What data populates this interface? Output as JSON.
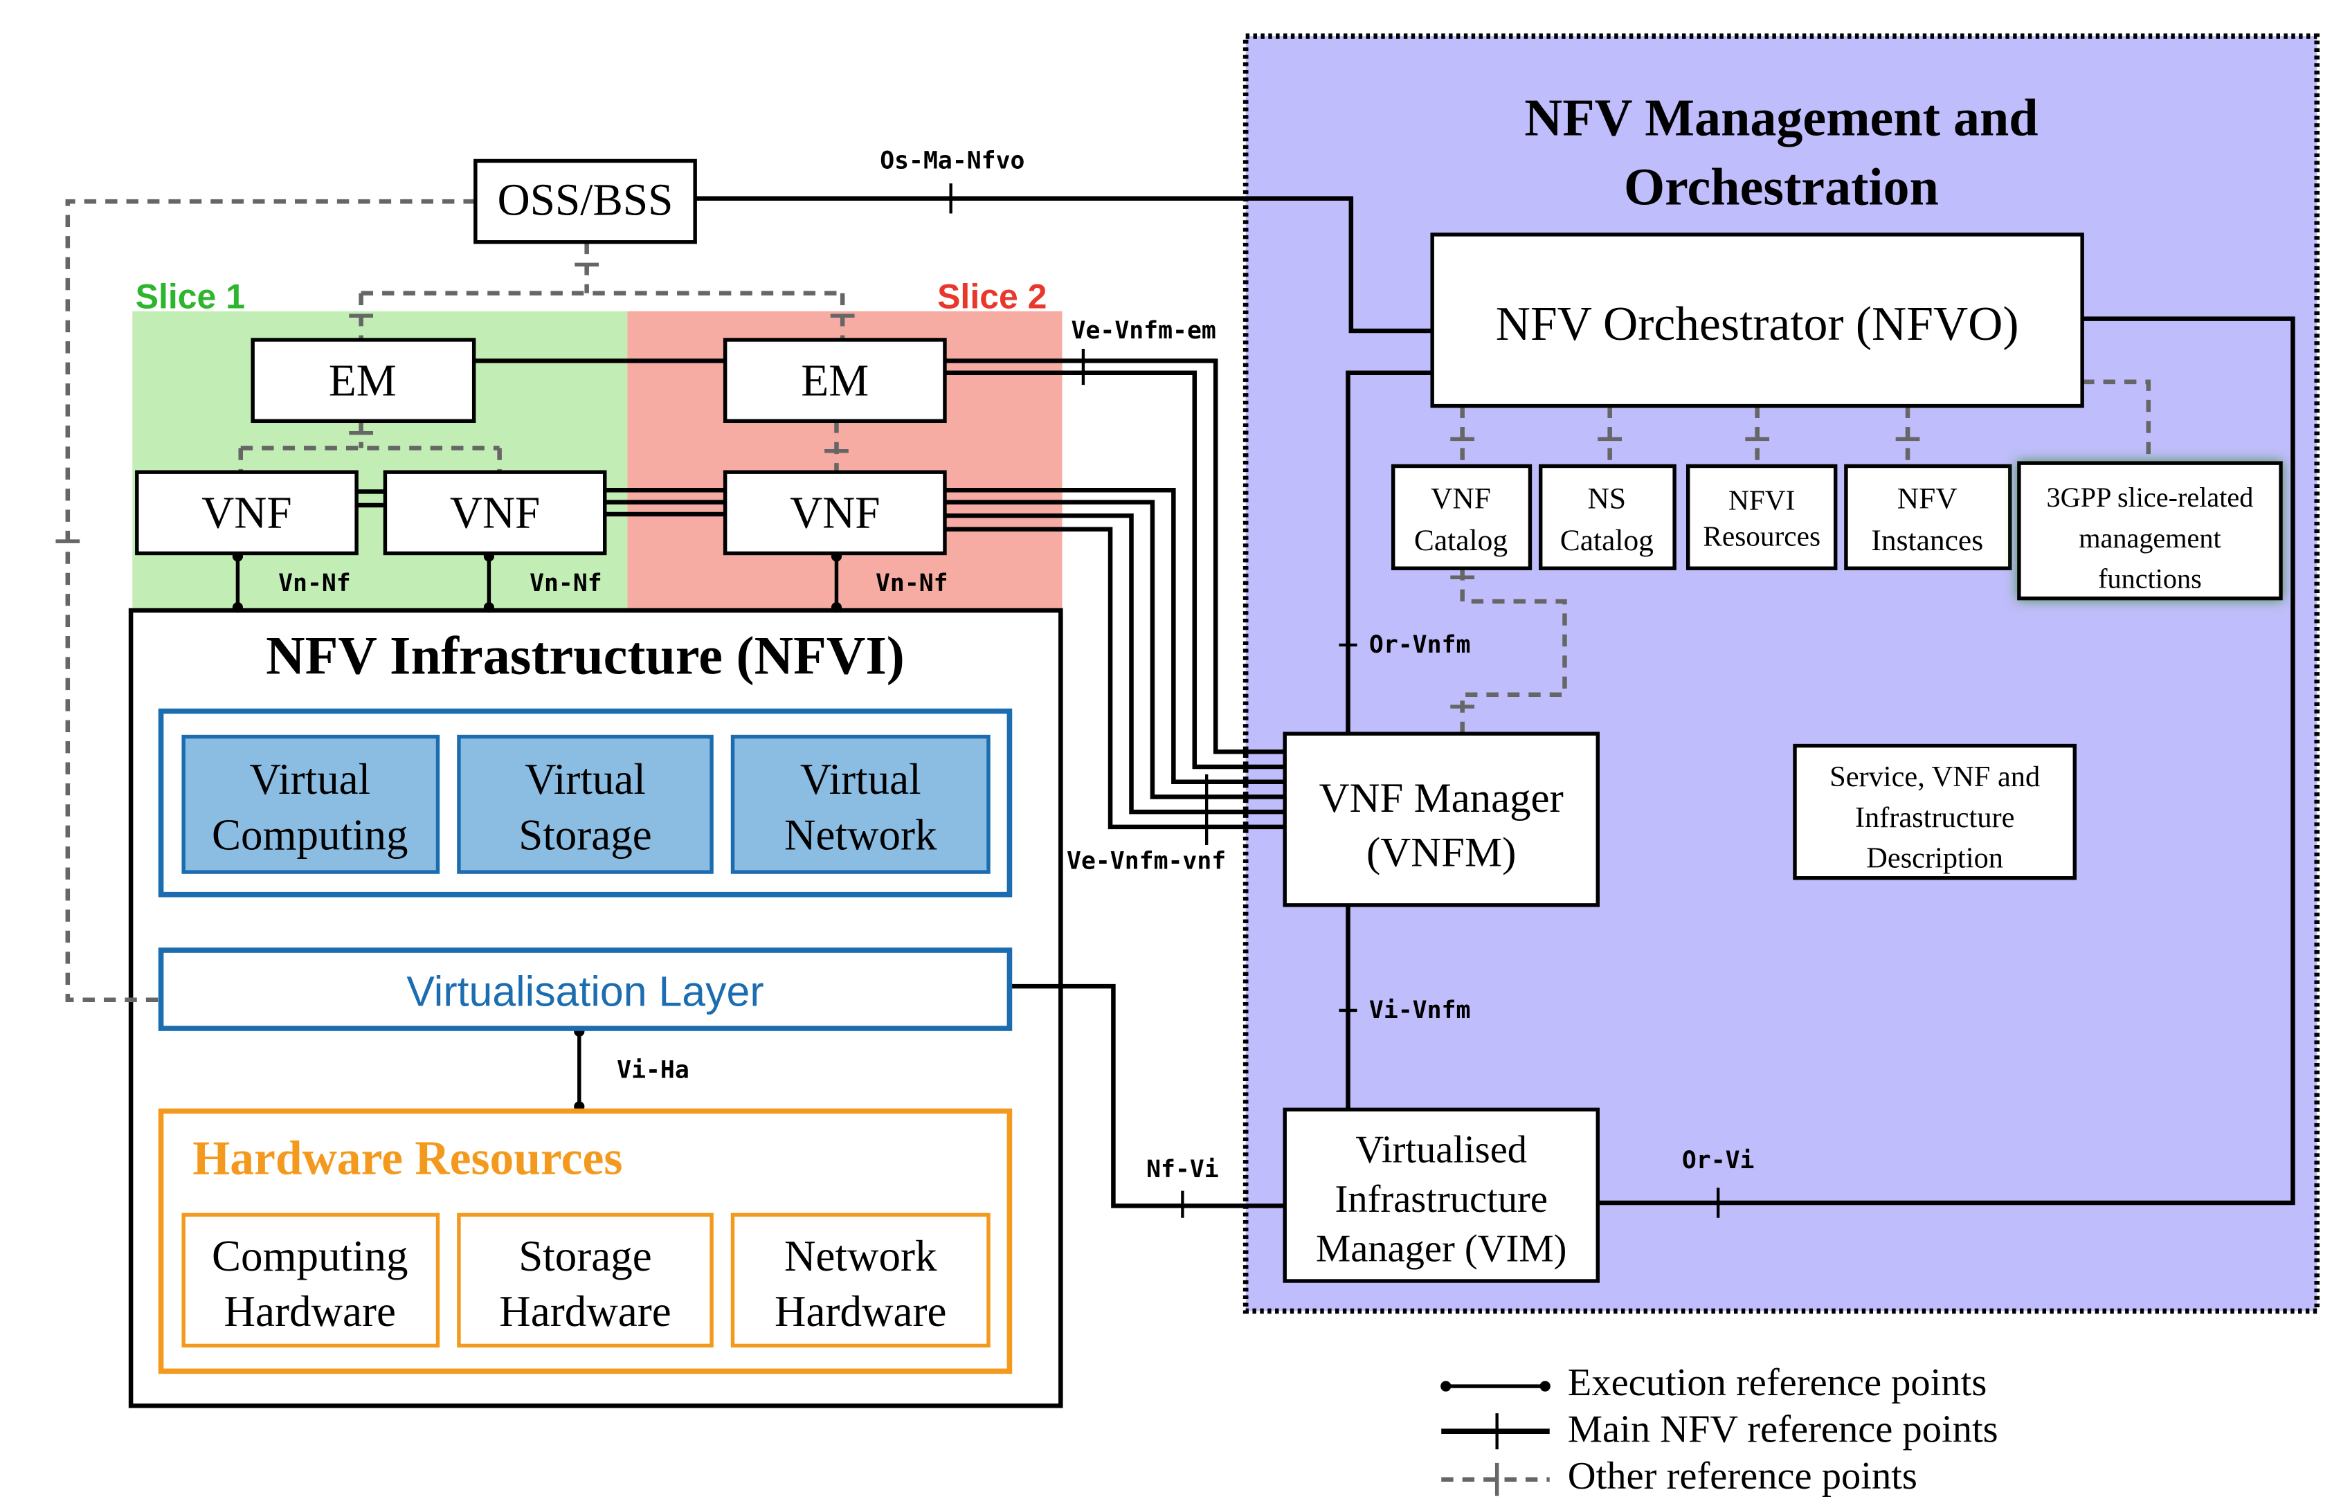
{
  "mano": {
    "title_line1": "NFV Management and",
    "title_line2": "Orchestration",
    "nfvo": "NFV Orchestrator (NFVO)",
    "vnf_catalog": [
      "VNF",
      "Catalog"
    ],
    "ns_catalog": [
      "NS",
      "Catalog"
    ],
    "nfvi_resources": [
      "NFVI",
      "Resources"
    ],
    "nfv_instances": [
      "NFV",
      "Instances"
    ],
    "slice_mgmt": [
      "3GPP slice-related",
      "management",
      "functions"
    ],
    "vnfm": [
      "VNF Manager",
      "(VNFM)"
    ],
    "service_desc": [
      "Service, VNF and",
      "Infrastructure",
      "Description"
    ],
    "vim": [
      "Virtualised",
      "Infrastructure",
      "Manager (VIM)"
    ]
  },
  "oss_bss": "OSS/BSS",
  "slices": [
    {
      "label": "Slice 1",
      "em": "EM",
      "vnfs": [
        "VNF",
        "VNF"
      ]
    },
    {
      "label": "Slice 2",
      "em": "EM",
      "vnfs": [
        "VNF"
      ]
    }
  ],
  "nfvi": {
    "title": "NFV Infrastructure (NFVI)",
    "virtual_resources": [
      [
        "Virtual",
        "Computing"
      ],
      [
        "Virtual",
        "Storage"
      ],
      [
        "Virtual",
        "Network"
      ]
    ],
    "virtualisation_layer": "Virtualisation Layer",
    "hardware_title": "Hardware Resources",
    "hardware": [
      [
        "Computing",
        "Hardware"
      ],
      [
        "Storage",
        "Hardware"
      ],
      [
        "Network",
        "Hardware"
      ]
    ]
  },
  "reference_points": {
    "os_ma_nfvo": "Os-Ma-Nfvo",
    "ve_vnfm_em": "Ve-Vnfm-em",
    "vn_nf": [
      "Vn-Nf",
      "Vn-Nf",
      "Vn-Nf"
    ],
    "or_vnfm": "Or-Vnfm",
    "ve_vnfm_vnf": "Ve-Vnfm-vnf",
    "vi_vnfm": "Vi-Vnfm",
    "vi_ha": "Vi-Ha",
    "nf_vi": "Nf-Vi",
    "or_vi": "Or-Vi"
  },
  "legend": [
    {
      "label": "Execution reference points"
    },
    {
      "label": "Main NFV reference points"
    },
    {
      "label": "Other reference points"
    }
  ],
  "colors": {
    "mano_background": "#c0bdfc",
    "slice1_background": "#c2eeb5",
    "slice2_background": "#f6aca2",
    "slice1_label": "#2db52d",
    "slice2_label": "#e8372b",
    "nfvi_blue": "#1c6db0",
    "virtual_fill": "#8bbde2",
    "hardware_orange": "#f39a1e",
    "glow_green": "#3c8f3c",
    "other_reference_gray": "#666666"
  }
}
